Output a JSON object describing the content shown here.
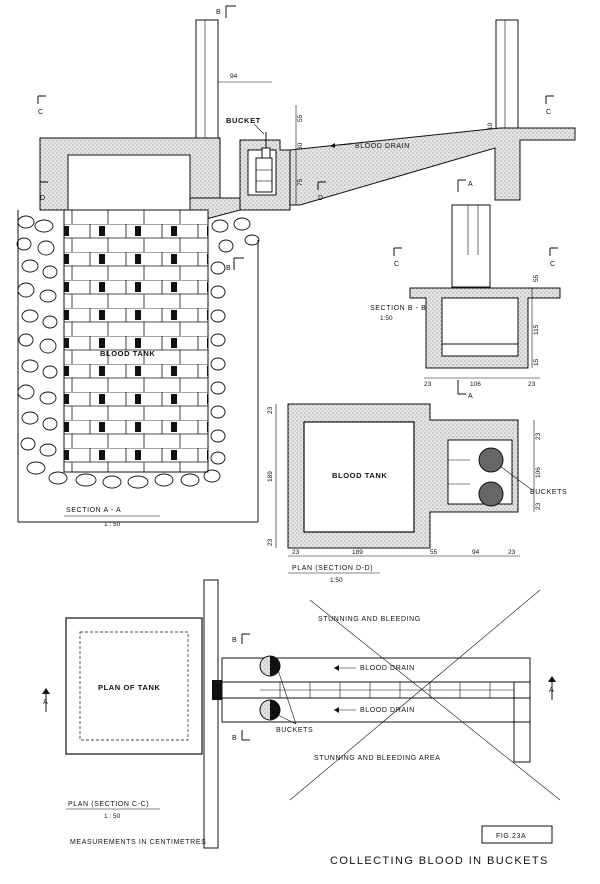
{
  "figure": {
    "fig_no": "FIG.23A",
    "caption": "COLLECTING BLOOD IN BUCKETS",
    "units_note": "MEASUREMENTS IN CENTIMETRES"
  },
  "section_aa": {
    "title": "SECTION A - A",
    "scale": "1 : 50",
    "bucket_label": "BUCKET",
    "drain_label": "BLOOD DRAIN",
    "tank_label": "BLOOD TANK",
    "dims": [
      "94",
      "55",
      "30",
      "75",
      "10"
    ],
    "markers": [
      "B",
      "C",
      "C",
      "D",
      "D",
      "B"
    ]
  },
  "section_bb": {
    "title": "SECTION B - B",
    "scale": "1:50",
    "dims": [
      "55",
      "115",
      "15",
      "23",
      "106",
      "23"
    ],
    "markers": [
      "A",
      "C",
      "C",
      "A"
    ]
  },
  "plan_dd": {
    "title": "PLAN (SECTION D-D)",
    "scale": "1:50",
    "tank_label": "BLOOD TANK",
    "buckets_label": "BUCKETS",
    "dims_v": [
      "23",
      "189",
      "23"
    ],
    "dims_v_right": [
      "23",
      "106",
      "23"
    ],
    "dims_h": [
      "23",
      "189",
      "55",
      "94",
      "23"
    ]
  },
  "plan_cc": {
    "title": "PLAN (SECTION C-C)",
    "scale": "1 : 50",
    "tank_label": "PLAN OF TANK",
    "stunning_label": "STUNNING AND BLEEDING",
    "area_label": "STUNNING AND BLEEDING AREA",
    "drain_label_1": "BLOOD DRAIN",
    "drain_label_2": "BLOOD DRAIN",
    "buckets_label": "BUCKETS",
    "markers": [
      "B",
      "B",
      "A",
      "A"
    ]
  }
}
